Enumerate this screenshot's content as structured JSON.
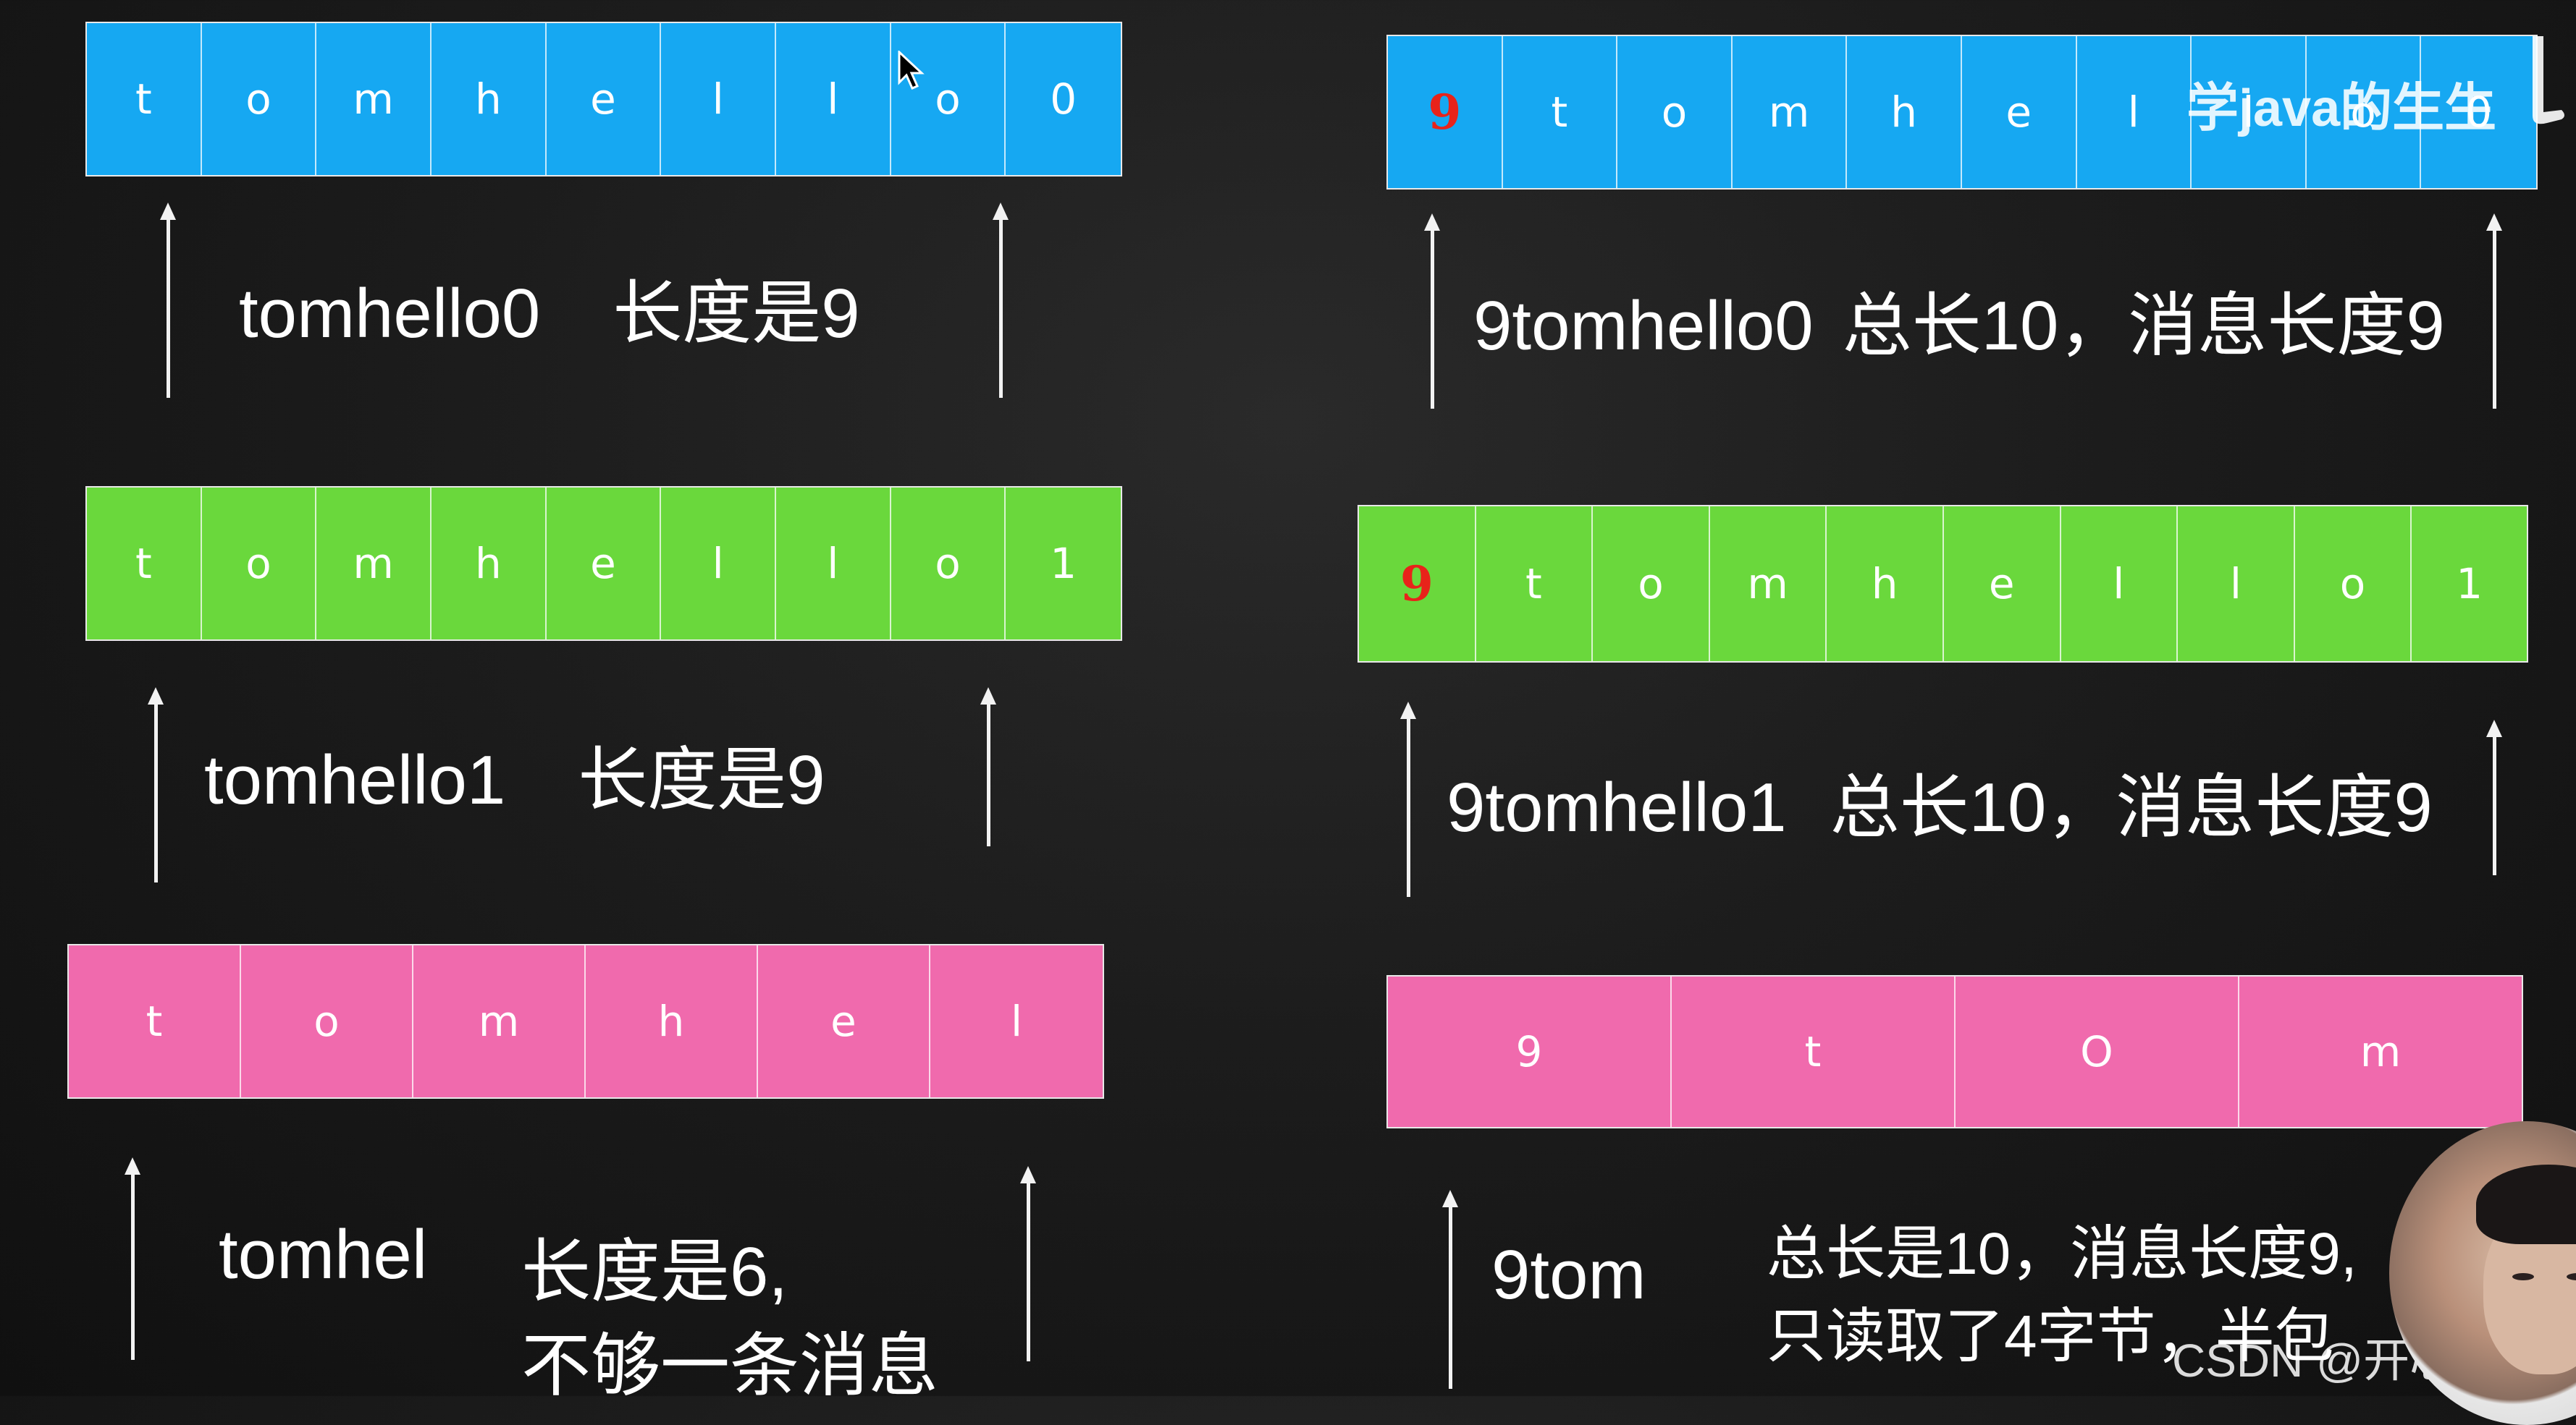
{
  "left": {
    "rows": [
      {
        "cells": [
          "t",
          "o",
          "m",
          "h",
          "e",
          "l",
          "l",
          "o",
          "0"
        ],
        "label": "tomhello0",
        "desc": "长度是9"
      },
      {
        "cells": [
          "t",
          "o",
          "m",
          "h",
          "e",
          "l",
          "l",
          "o",
          "1"
        ],
        "label": "tomhello1",
        "desc": "长度是9"
      },
      {
        "cells": [
          "t",
          "o",
          "m",
          "h",
          "e",
          "l"
        ],
        "label": "tomhel",
        "desc_line1": "长度是6,",
        "desc_line2": "不够一条消息"
      }
    ]
  },
  "right": {
    "rows": [
      {
        "cells": [
          "9",
          "t",
          "o",
          "m",
          "h",
          "e",
          "l",
          "l",
          "o",
          "0"
        ],
        "label": "9tomhello0",
        "desc": "总长10，消息长度9"
      },
      {
        "cells": [
          "9",
          "t",
          "o",
          "m",
          "h",
          "e",
          "l",
          "l",
          "o",
          "1"
        ],
        "label": "9tomhello1",
        "desc": "总长10，消息长度9"
      },
      {
        "cells": [
          "9",
          "t",
          "O",
          "m"
        ],
        "label": "9tom",
        "desc_line1": "总长是10，消息长度9,",
        "desc_line2": "只读取了4字节，半包"
      }
    ]
  },
  "watermark": "学java的生生",
  "csdn": "CSDN @开心星人",
  "colors": {
    "blue": "#16a8f2",
    "green": "#6ad83c",
    "pink": "#f06aad",
    "length_digit": "#e8231a"
  }
}
